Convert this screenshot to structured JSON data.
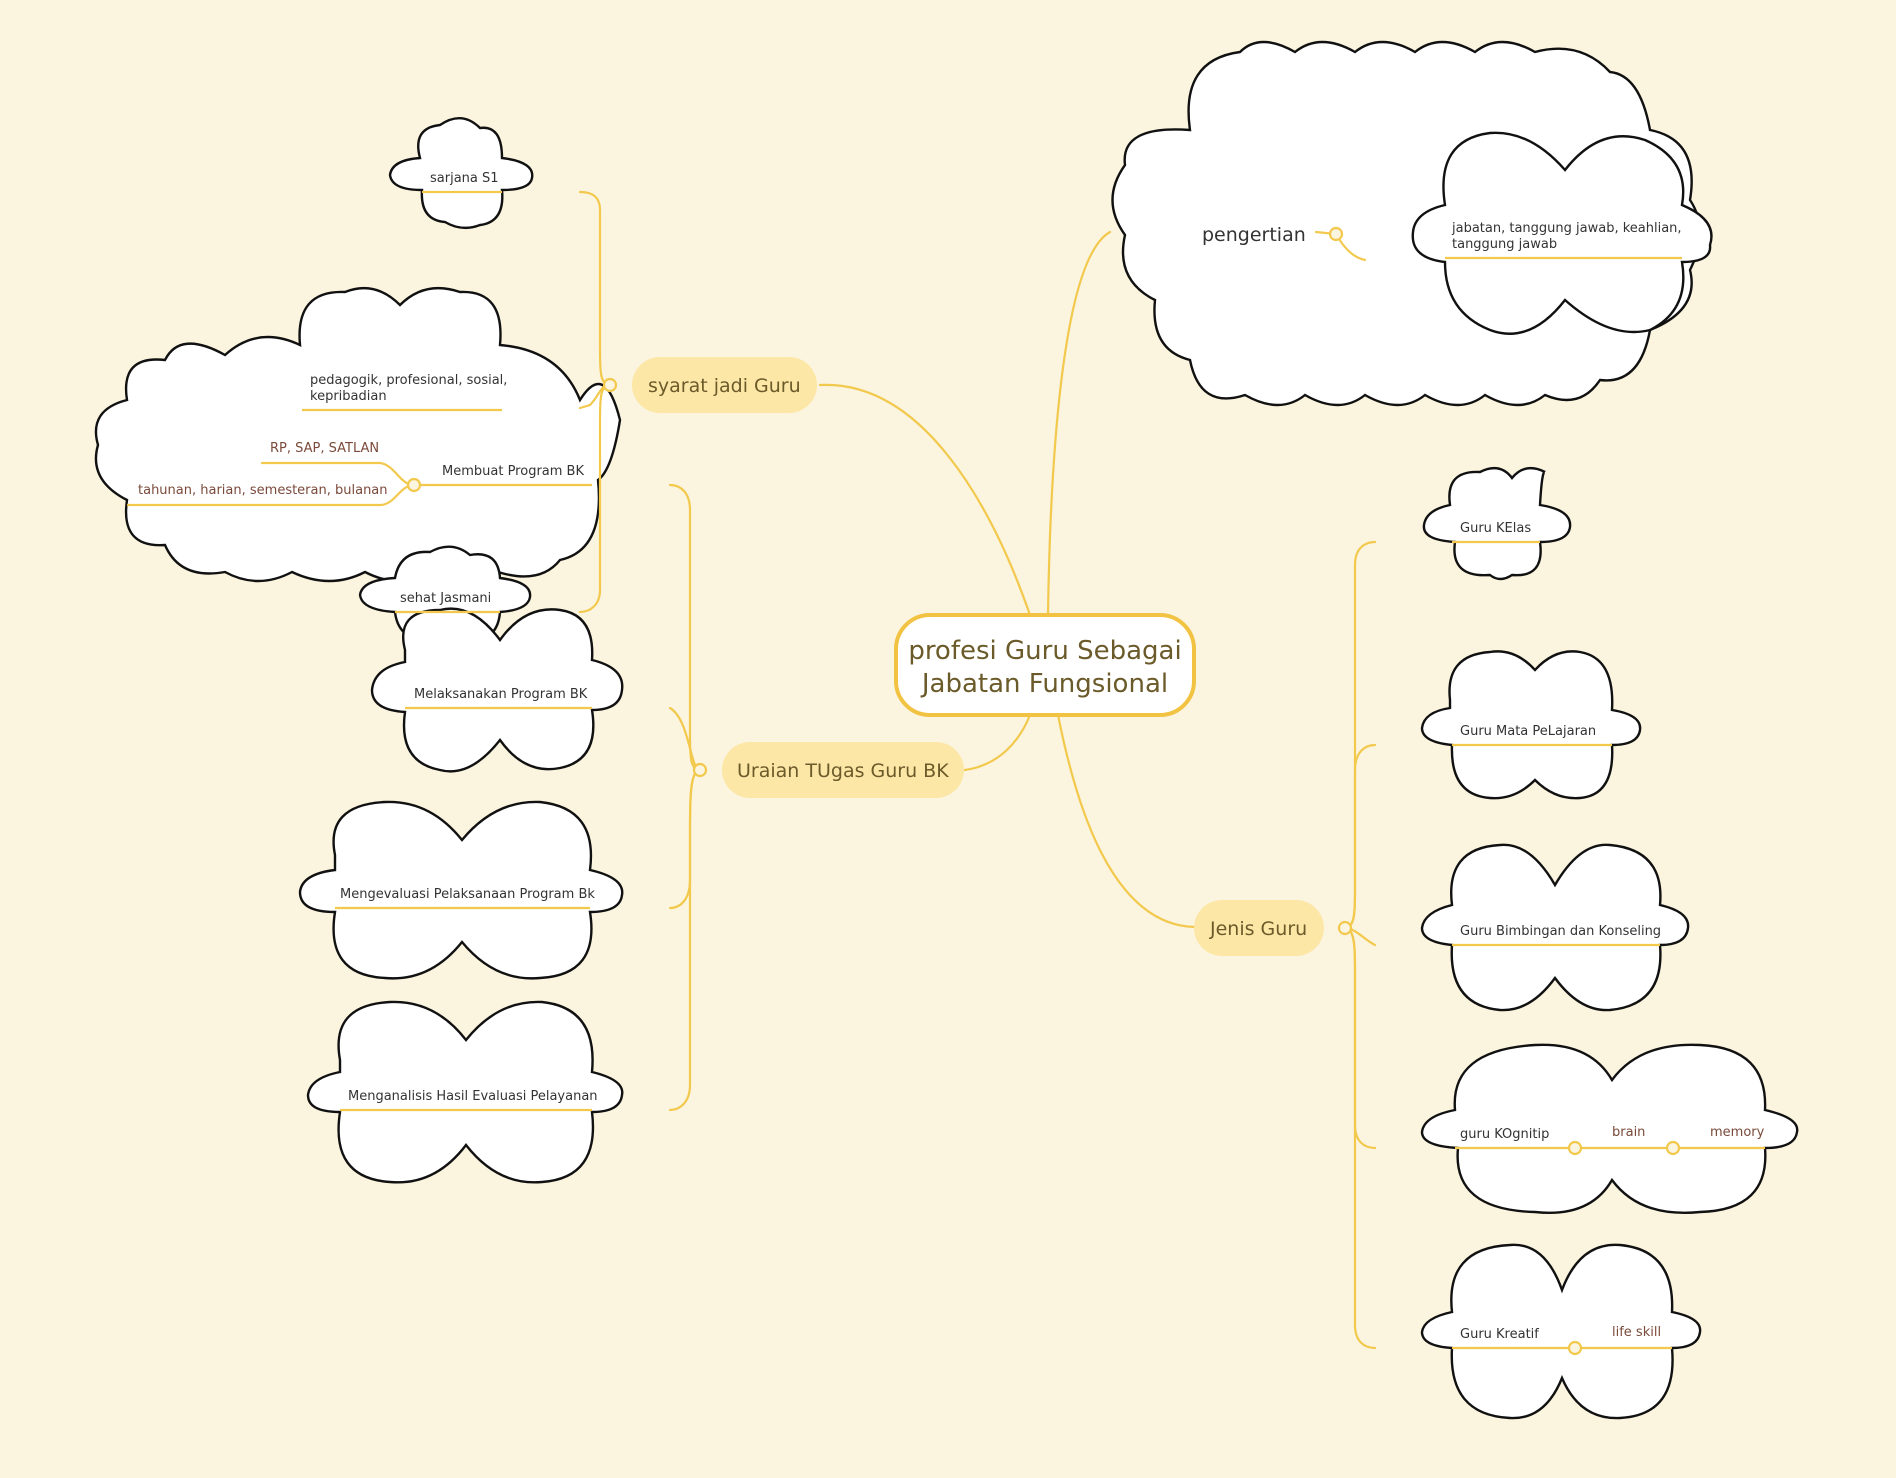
{
  "center": {
    "line1": "profesi Guru Sebagai",
    "line2": "Jabatan Fungsional"
  },
  "branches": {
    "syarat": {
      "label": "syarat jadi Guru",
      "items": {
        "sarjana": "sarjana S1",
        "kompetensi_line1": "pedagogik, profesional, sosial,",
        "kompetensi_line2": "kepribadian",
        "sehat": "sehat Jasmani"
      }
    },
    "uraian": {
      "label": "Uraian TUgas Guru BK",
      "items": {
        "membuat": "Membuat Program BK",
        "membuat_sub1": "RP, SAP, SATLAN",
        "membuat_sub2": "tahunan, harian, semesteran, bulanan",
        "melaksanakan": "Melaksanakan Program BK",
        "mengevaluasi": "Mengevaluasi Pelaksanaan Program Bk",
        "menganalisis": "Menganalisis Hasil Evaluasi Pelayanan"
      }
    },
    "pengertian": {
      "label": "pengertian",
      "detail_line1": "jabatan, tanggung jawab, keahlian,",
      "detail_line2": "tanggung jawab"
    },
    "jenis": {
      "label": "Jenis Guru",
      "items": {
        "kelas": "Guru KElas",
        "mapel": "Guru Mata PeLajaran",
        "bk": "Guru Bimbingan dan Konseling",
        "kognitip": "guru KOgnitip",
        "brain": "brain",
        "memory": "memory",
        "kreatif": "Guru Kreatif",
        "lifeskill": "life skill"
      }
    }
  },
  "colors": {
    "background": "#fbf4df",
    "connector": "#f2c94c",
    "pill": "#fde7a6",
    "center_border": "#f2c242"
  }
}
